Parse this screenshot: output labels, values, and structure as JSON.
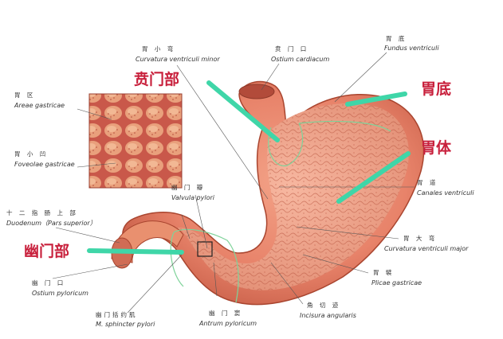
{
  "big_labels": {
    "cardia": "贲门部",
    "fundus": "胃底",
    "body": "胃体",
    "pylorus": "幽门部"
  },
  "labels": {
    "areae": {
      "cn": "胃  区",
      "la": "Areae gastricae"
    },
    "foveolae": {
      "cn": "胃 小 凹",
      "la": "Foveolae gastricae"
    },
    "duodenum": {
      "cn": "十 二 指 肠 上 部",
      "la": "Duodenum（Pars superior）"
    },
    "ostium_pyloricum": {
      "cn": "幽  门  口",
      "la": "Ostium pyloricum"
    },
    "sphincter": {
      "cn": "幽门括约肌",
      "la": "M. sphincter pylori"
    },
    "valvula": {
      "cn": "幽  门  瓣",
      "la": "Valvula pylori"
    },
    "lesser_curv": {
      "cn": "胃  小  弯",
      "la": "Curvatura ventriculi minor"
    },
    "ostium_cardiacum": {
      "cn": "贲  门  口",
      "la": "Ostium cardiacum"
    },
    "fundus": {
      "cn": "胃    底",
      "la": "Fundus ventriculi"
    },
    "canales": {
      "cn": "胃    道",
      "la": "Canales ventriculi"
    },
    "greater_curv": {
      "cn": "胃  大  弯",
      "la": "Curvatura ventriculi major"
    },
    "plicae": {
      "cn": "胃    襞",
      "la": "Plicae gastricae"
    },
    "antrum": {
      "cn": "幽  门  窦",
      "la": "Antrum pyloricum"
    },
    "incisura": {
      "cn": "角  切  迹",
      "la": "Incisura angularis"
    }
  },
  "colors": {
    "accent_label": "#c8203c",
    "pointer_bar": "#3fd6a8",
    "stomach_flesh": "#e8836a",
    "stomach_dark": "#c45a44",
    "outline_green": "#7fd39a"
  }
}
